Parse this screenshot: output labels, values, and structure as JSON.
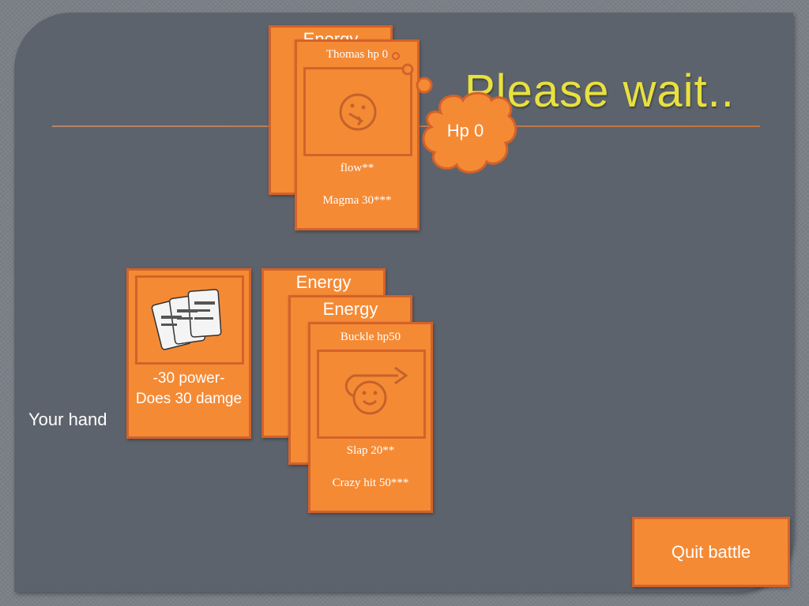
{
  "title": "Please wait..",
  "opponent": {
    "back_card_label": "Energy",
    "card": {
      "name_hp": "Thomas hp 0",
      "icon": "confused-face-icon",
      "move1": "flow**",
      "move2": "Magma 30***"
    },
    "thought_bubble": "Hp 0"
  },
  "hand": {
    "label": "Your hand",
    "power_card": {
      "icon": "cards-icon",
      "text": "-30 power- Does 30 damge"
    },
    "energy_cards": [
      "Energy",
      "Energy"
    ],
    "character_card": {
      "name_hp": "Buckle hp50",
      "icon": "face-arrow-icon",
      "move1": "Slap  20**",
      "move2": "Crazy hit 50***"
    }
  },
  "quit_button": "Quit battle",
  "colors": {
    "card_fill": "#f58a35",
    "card_border": "#d4622a",
    "title": "#e8e13e",
    "slide_bg": "#5d636c"
  }
}
